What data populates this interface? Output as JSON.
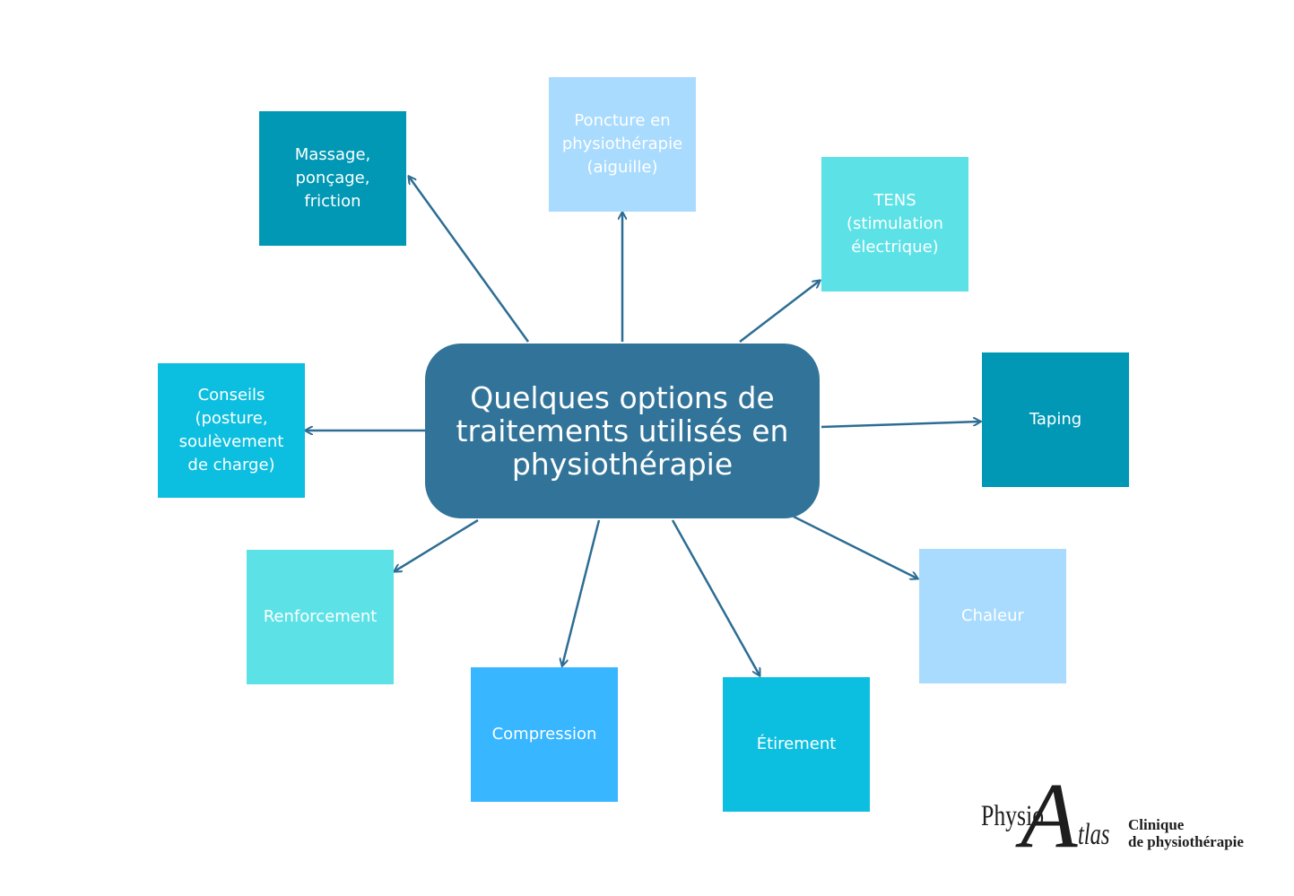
{
  "center": {
    "text": "Quelques options de\ntraitements utilisés en\nphysiothérapie",
    "color": "#327499"
  },
  "arrow_color": "#2d6d93",
  "nodes": [
    {
      "id": "massage",
      "text": "Massage,\nponçage,\nfriction",
      "color": "#0098b5"
    },
    {
      "id": "poncture",
      "text": "Poncture en\nphysiothérapie\n(aiguille)",
      "color": "#a9dbfe"
    },
    {
      "id": "tens",
      "text": "TENS\n(stimulation\nélectrique)",
      "color": "#5ce2e6"
    },
    {
      "id": "taping",
      "text": "Taping",
      "color": "#0098b5"
    },
    {
      "id": "chaleur",
      "text": "Chaleur",
      "color": "#a9dbfe"
    },
    {
      "id": "etirement",
      "text": "Étirement",
      "color": "#0cbfe0"
    },
    {
      "id": "compression",
      "text": "Compression",
      "color": "#38b6ff"
    },
    {
      "id": "renforcement",
      "text": "Renforcement",
      "color": "#5ce2e6"
    },
    {
      "id": "conseils",
      "text": "Conseils\n(posture,\nsoulèvement\nde charge)",
      "color": "#0cbfe0"
    }
  ],
  "logo": {
    "physio": "Physio",
    "a": "A",
    "tlas": "tlas",
    "clinique": "Clinique\nde physiothérapie"
  }
}
